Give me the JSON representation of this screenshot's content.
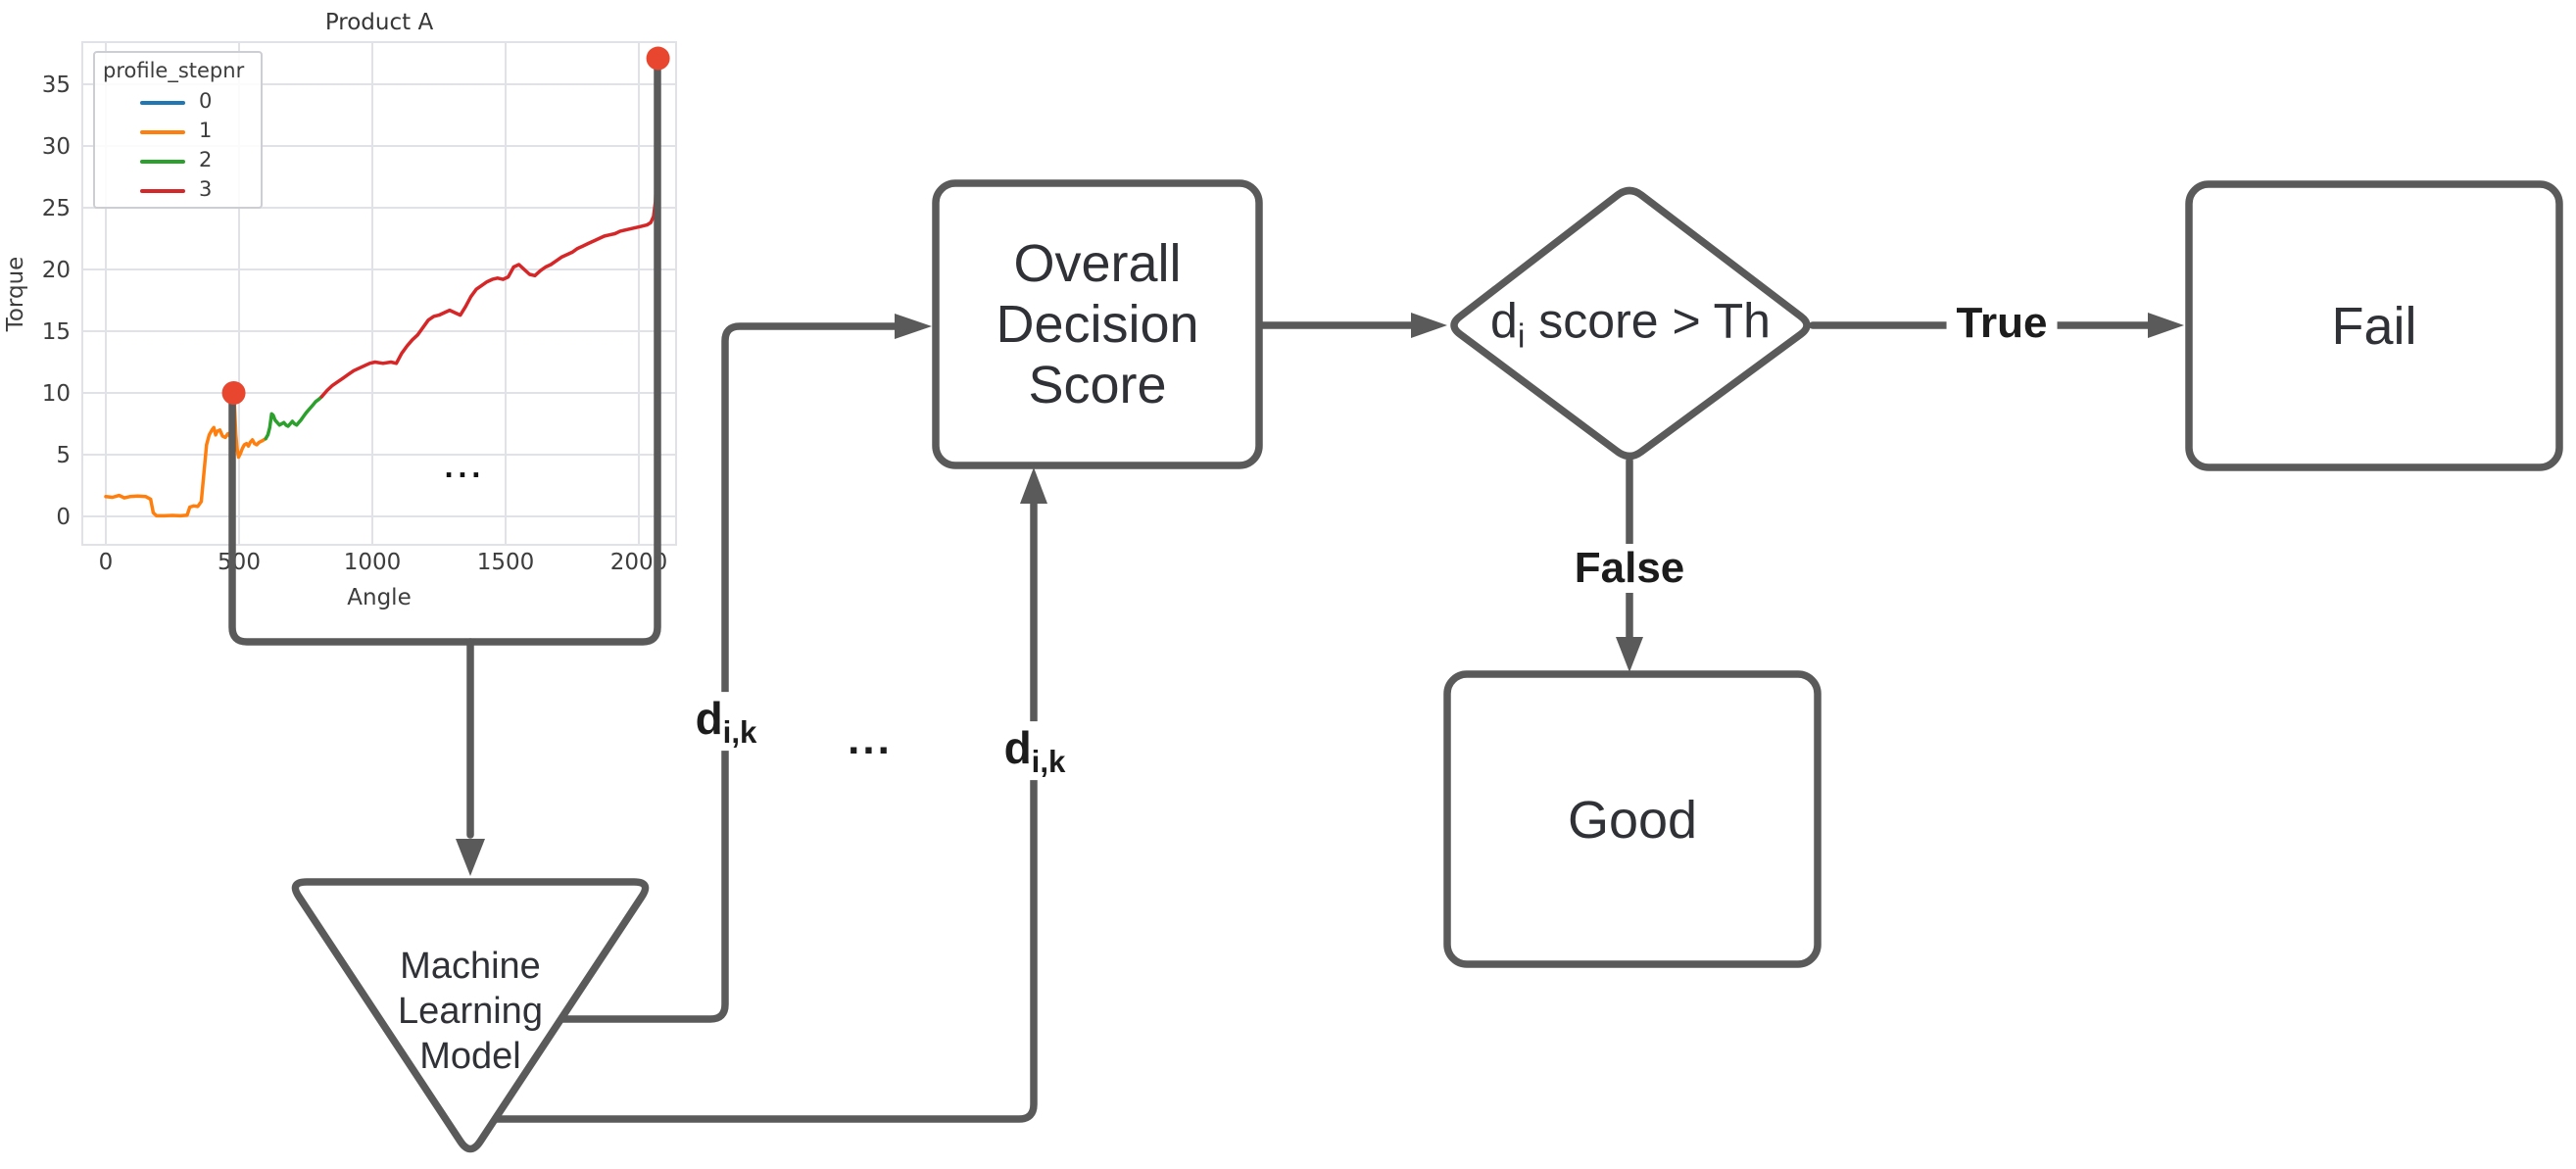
{
  "chart_data": {
    "type": "line",
    "title": "Product A",
    "xlabel": "Angle",
    "ylabel": "Torque",
    "x_ticks": [
      0,
      500,
      1000,
      1500,
      2000
    ],
    "y_ticks": [
      0,
      5,
      10,
      15,
      20,
      25,
      30,
      35
    ],
    "xlim": [
      -90,
      2140
    ],
    "ylim": [
      -2.3,
      38.4
    ],
    "grid": true,
    "legend_position": "upper left",
    "legend_title": "profile_stepnr",
    "annotation": "...",
    "series": [
      {
        "name": "0",
        "color": "#1f77b4",
        "points": []
      },
      {
        "name": "1",
        "color": "#ff7f0e",
        "points": [
          [
            0,
            1.6
          ],
          [
            25,
            1.55
          ],
          [
            50,
            1.7
          ],
          [
            70,
            1.5
          ],
          [
            90,
            1.6
          ],
          [
            120,
            1.65
          ],
          [
            150,
            1.6
          ],
          [
            168,
            1.4
          ],
          [
            178,
            0.3
          ],
          [
            190,
            0.05
          ],
          [
            220,
            0.05
          ],
          [
            250,
            0.08
          ],
          [
            280,
            0.05
          ],
          [
            305,
            0.1
          ],
          [
            315,
            0.75
          ],
          [
            330,
            0.85
          ],
          [
            345,
            0.8
          ],
          [
            358,
            1.2
          ],
          [
            368,
            3.5
          ],
          [
            378,
            5.8
          ],
          [
            388,
            6.6
          ],
          [
            398,
            7.0
          ],
          [
            405,
            7.2
          ],
          [
            412,
            6.6
          ],
          [
            418,
            6.9
          ],
          [
            428,
            7.0
          ],
          [
            438,
            6.5
          ],
          [
            448,
            6.4
          ],
          [
            458,
            6.7
          ],
          [
            465,
            6.5
          ],
          [
            470,
            7.2
          ],
          [
            474,
            8.6
          ],
          [
            478,
            9.7
          ],
          [
            480,
            10.0
          ],
          [
            484,
            8.5
          ],
          [
            488,
            6.6
          ],
          [
            493,
            5.4
          ],
          [
            498,
            4.8
          ],
          [
            505,
            5.1
          ],
          [
            512,
            5.5
          ],
          [
            520,
            5.8
          ],
          [
            528,
            5.9
          ],
          [
            535,
            5.7
          ],
          [
            542,
            6.0
          ],
          [
            550,
            6.2
          ],
          [
            558,
            5.9
          ],
          [
            566,
            5.8
          ],
          [
            575,
            6.0
          ],
          [
            585,
            6.1
          ],
          [
            600,
            6.3
          ]
        ]
      },
      {
        "name": "2",
        "color": "#2ca02c",
        "points": [
          [
            600,
            6.3
          ],
          [
            608,
            6.6
          ],
          [
            615,
            7.2
          ],
          [
            622,
            8.3
          ],
          [
            628,
            8.2
          ],
          [
            635,
            7.8
          ],
          [
            643,
            7.6
          ],
          [
            652,
            7.4
          ],
          [
            660,
            7.5
          ],
          [
            668,
            7.6
          ],
          [
            676,
            7.4
          ],
          [
            684,
            7.3
          ],
          [
            692,
            7.5
          ],
          [
            700,
            7.7
          ],
          [
            708,
            7.5
          ],
          [
            716,
            7.4
          ],
          [
            724,
            7.6
          ],
          [
            732,
            7.8
          ],
          [
            742,
            8.1
          ],
          [
            752,
            8.4
          ],
          [
            764,
            8.7
          ],
          [
            776,
            9.0
          ],
          [
            788,
            9.3
          ],
          [
            800,
            9.5
          ],
          [
            810,
            9.7
          ]
        ]
      },
      {
        "name": "3",
        "color": "#d62728",
        "points": [
          [
            810,
            9.7
          ],
          [
            830,
            10.2
          ],
          [
            850,
            10.6
          ],
          [
            870,
            10.9
          ],
          [
            890,
            11.2
          ],
          [
            910,
            11.5
          ],
          [
            930,
            11.8
          ],
          [
            950,
            12.0
          ],
          [
            970,
            12.2
          ],
          [
            990,
            12.4
          ],
          [
            1010,
            12.5
          ],
          [
            1040,
            12.4
          ],
          [
            1070,
            12.5
          ],
          [
            1090,
            12.4
          ],
          [
            1110,
            13.2
          ],
          [
            1130,
            13.8
          ],
          [
            1150,
            14.3
          ],
          [
            1170,
            14.7
          ],
          [
            1190,
            15.3
          ],
          [
            1210,
            15.9
          ],
          [
            1230,
            16.2
          ],
          [
            1250,
            16.3
          ],
          [
            1270,
            16.5
          ],
          [
            1290,
            16.7
          ],
          [
            1310,
            16.5
          ],
          [
            1330,
            16.3
          ],
          [
            1350,
            17.0
          ],
          [
            1370,
            17.8
          ],
          [
            1390,
            18.4
          ],
          [
            1410,
            18.7
          ],
          [
            1430,
            19.0
          ],
          [
            1450,
            19.2
          ],
          [
            1470,
            19.3
          ],
          [
            1490,
            19.2
          ],
          [
            1510,
            19.4
          ],
          [
            1530,
            20.2
          ],
          [
            1550,
            20.4
          ],
          [
            1570,
            20.0
          ],
          [
            1590,
            19.6
          ],
          [
            1610,
            19.5
          ],
          [
            1630,
            19.9
          ],
          [
            1650,
            20.2
          ],
          [
            1670,
            20.4
          ],
          [
            1690,
            20.7
          ],
          [
            1710,
            21.0
          ],
          [
            1730,
            21.2
          ],
          [
            1750,
            21.4
          ],
          [
            1770,
            21.7
          ],
          [
            1790,
            21.9
          ],
          [
            1810,
            22.1
          ],
          [
            1830,
            22.3
          ],
          [
            1850,
            22.5
          ],
          [
            1870,
            22.7
          ],
          [
            1890,
            22.8
          ],
          [
            1910,
            22.9
          ],
          [
            1930,
            23.1
          ],
          [
            1950,
            23.2
          ],
          [
            1970,
            23.3
          ],
          [
            1990,
            23.4
          ],
          [
            2010,
            23.5
          ],
          [
            2030,
            23.6
          ],
          [
            2045,
            23.8
          ],
          [
            2055,
            24.3
          ],
          [
            2062,
            25.5
          ],
          [
            2066,
            27.5
          ],
          [
            2069,
            30.5
          ],
          [
            2071,
            34.0
          ],
          [
            2072,
            37.1
          ]
        ]
      }
    ],
    "markers": {
      "color": "#e8462e",
      "points": [
        [
          480,
          10.0
        ],
        [
          2072,
          37.1
        ]
      ]
    }
  },
  "flowchart": {
    "nodes": {
      "ml_model": {
        "shape": "inverted-triangle",
        "lines": [
          "Machine",
          "Learning",
          "Model"
        ]
      },
      "overall_decision_score": {
        "shape": "rounded-rect",
        "lines": [
          "Overall",
          "Decision",
          "Score"
        ]
      },
      "decision": {
        "shape": "diamond",
        "base": "d",
        "sub": "i",
        "rest": " score > Th"
      },
      "fail": {
        "shape": "rounded-rect",
        "label": "Fail"
      },
      "good": {
        "shape": "rounded-rect",
        "label": "Good"
      }
    },
    "edge_labels": {
      "true_label": "True",
      "false_label": "False",
      "dik1": {
        "base": "d",
        "sub": "i,k"
      },
      "dik2": {
        "base": "d",
        "sub": "i,k"
      },
      "ellipsis": "..."
    },
    "colors": {
      "stroke": "#5a5a5a",
      "node_text": "#2f3136",
      "label_text": "#1c1c1c"
    }
  }
}
